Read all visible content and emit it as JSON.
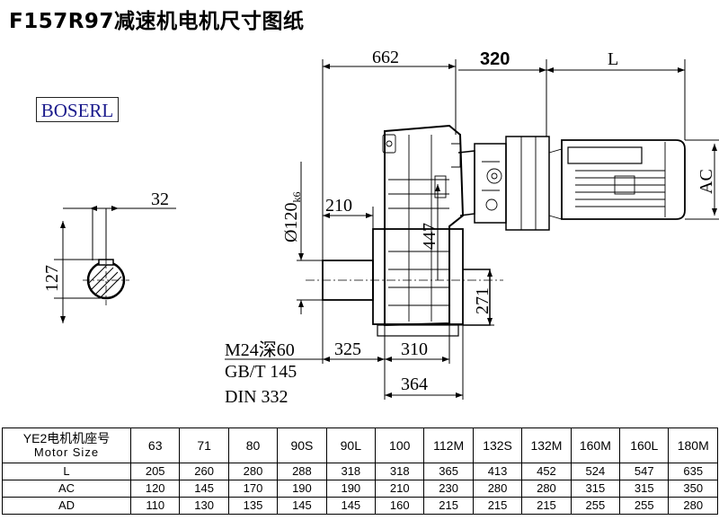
{
  "title": "F157R97减速机电机尺寸图纸",
  "brand": "BOSERL",
  "dimensions": {
    "d662": "662",
    "d320": "320",
    "dL": "L",
    "dAC": "AC",
    "d32": "32",
    "d127": "127",
    "d120": "Ø120",
    "d120tol": "k6",
    "d210": "210",
    "d447": "447",
    "d271": "271",
    "d325": "325",
    "d310": "310",
    "d364": "364"
  },
  "notes": {
    "thread": "M24深60",
    "std1": "GB/T 145",
    "std2": "DIN 332"
  },
  "table": {
    "header_line1": "YE2电机机座号",
    "header_line2": "Motor Size",
    "columns": [
      "63",
      "71",
      "80",
      "90S",
      "90L",
      "100",
      "112M",
      "132S",
      "132M",
      "160M",
      "160L",
      "180M"
    ],
    "rows": [
      {
        "label": "L",
        "values": [
          "205",
          "260",
          "280",
          "288",
          "318",
          "318",
          "365",
          "413",
          "452",
          "524",
          "547",
          "635"
        ]
      },
      {
        "label": "AC",
        "values": [
          "120",
          "145",
          "170",
          "190",
          "190",
          "210",
          "230",
          "280",
          "280",
          "315",
          "315",
          "350"
        ]
      },
      {
        "label": "AD",
        "values": [
          "110",
          "130",
          "135",
          "145",
          "145",
          "160",
          "215",
          "215",
          "215",
          "255",
          "255",
          "280"
        ]
      }
    ]
  }
}
